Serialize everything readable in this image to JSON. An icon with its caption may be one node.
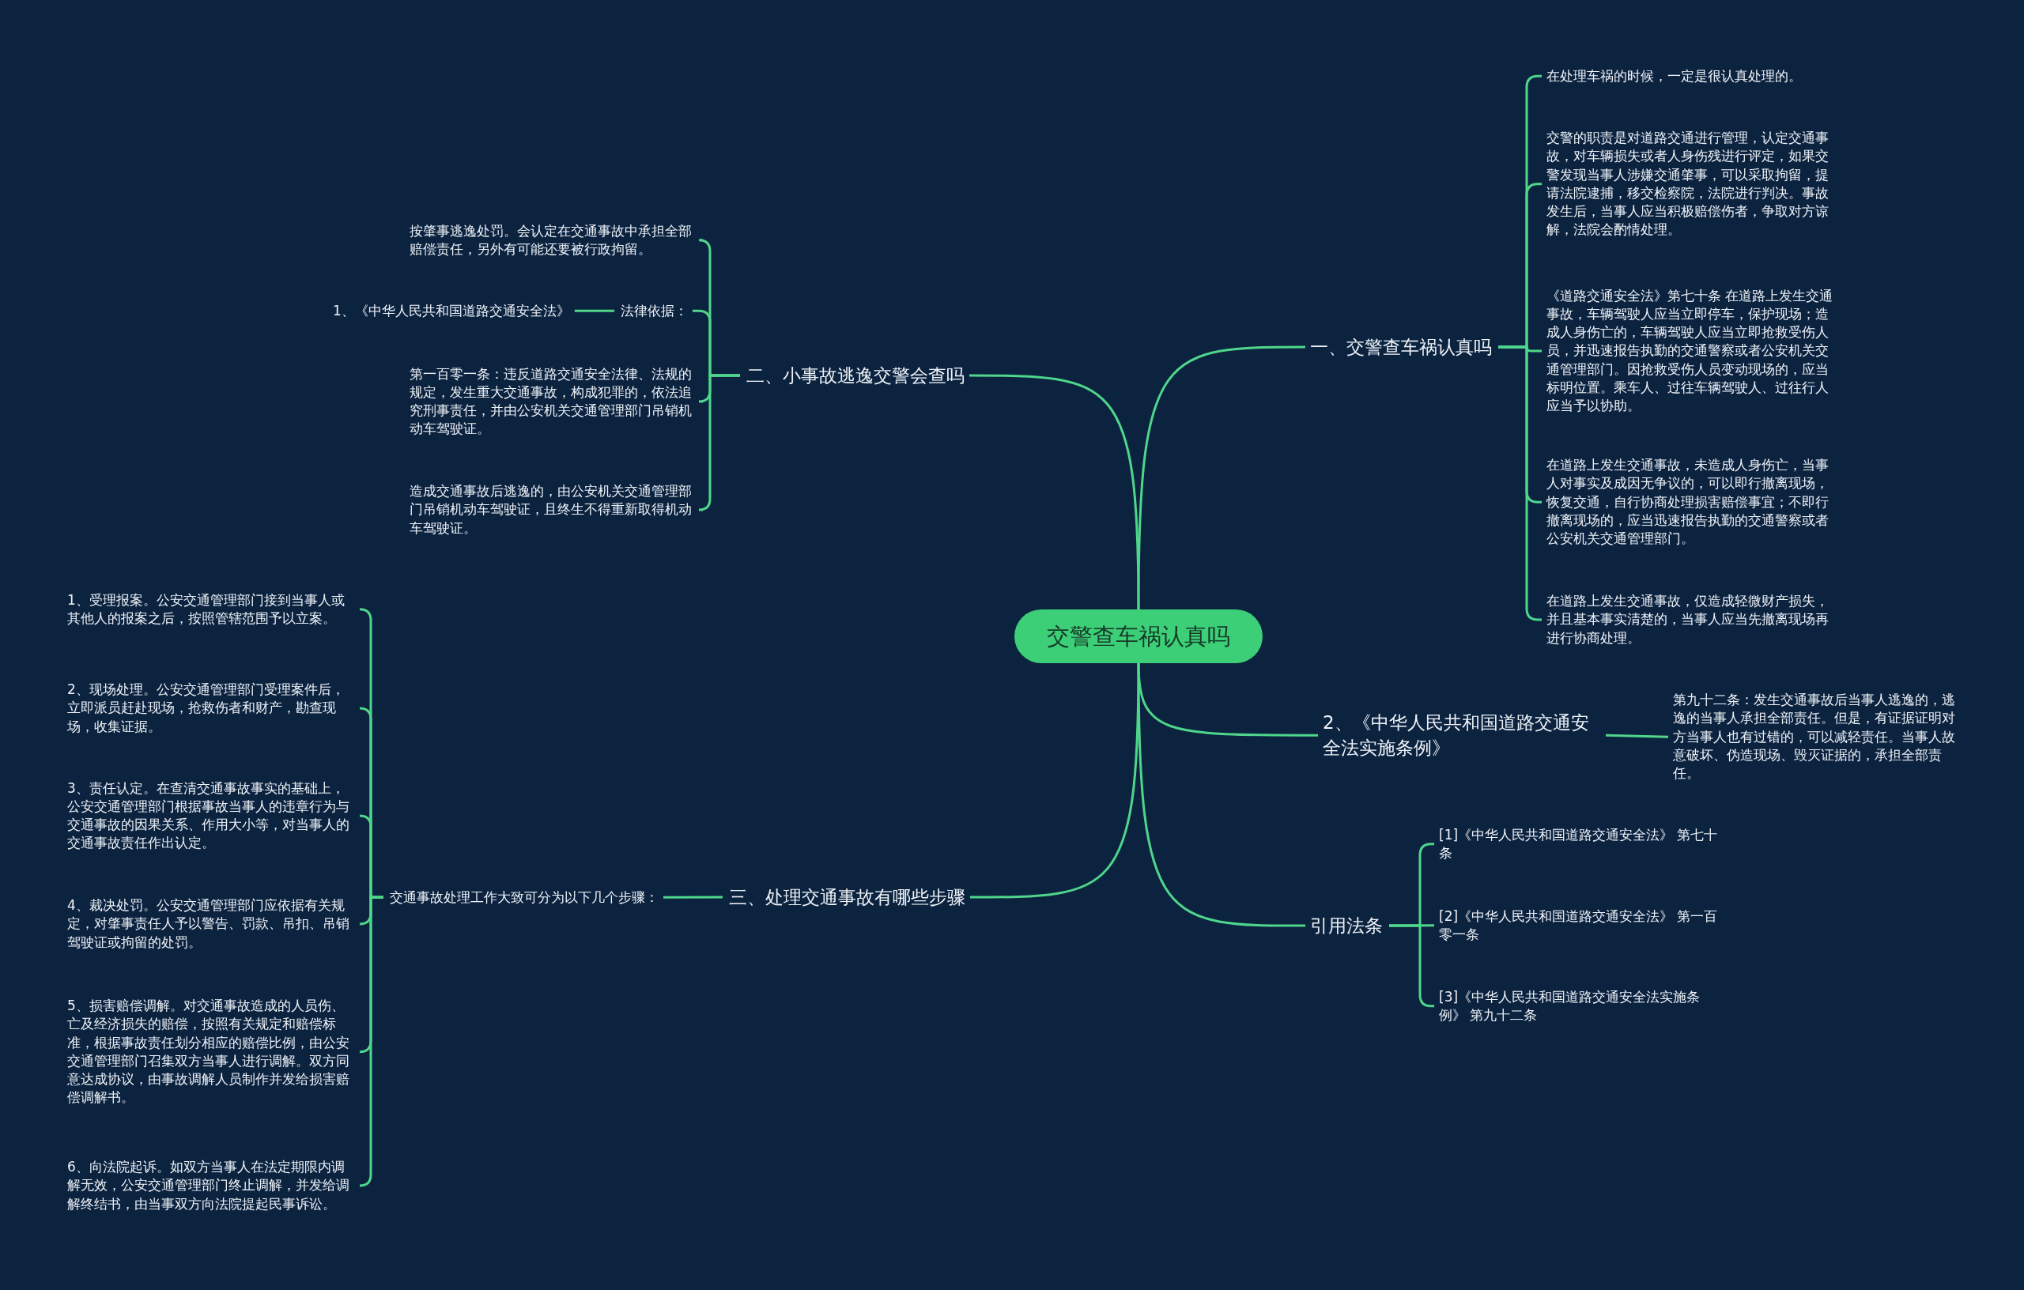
{
  "diagram": {
    "nodes": [
      {
        "text": [
          "交警查车祸认真吗"
        ]
      },
      {
        "text": [
          "一、交警查车祸认真吗"
        ]
      },
      {
        "text": [
          "在处理车祸的时候，一定是很认真处理的。"
        ]
      },
      {
        "text": [
          "交警的职责是对道路交通进行管理，认定交通事故，对车辆损失或者人身伤残进行评定，如果交警发现当事人涉嫌交通肇事，可以采取拘留，提请法院逮捕，移交检察院，法院进行判决。事故发生后，当事人应当积极赔偿伤者，争取对方谅解，法院会酌情处理。"
        ]
      },
      {
        "text": [
          "《道路交通安全法》第七十条 在道路上发生交通事故，车辆驾驶人应当立即停车，保护现场；造成人身伤亡的，车辆驾驶人应当立即抢救受伤人员，并迅速报告执勤的交通警察或者公安机关交通管理部门。因抢救受伤人员变动现场的，应当标明位置。乘车人、过往车辆驾驶人、过往行人应当予以协助。"
        ]
      },
      {
        "text": [
          "在道路上发生交通事故，未造成人身伤亡，当事人对事实及成因无争议的，可以即行撤离现场，恢复交通，自行协商处理损害赔偿事宜；不即行撤离现场的，应当迅速报告执勤的交通警察或者公安机关交通管理部门。"
        ]
      },
      {
        "text": [
          "在道路上发生交通事故，仅造成轻微财产损失，并且基本事实清楚的，当事人应当先撤离现场再进行协商处理。"
        ]
      },
      {
        "text": [
          "二、小事故逃逸交警会查吗"
        ]
      },
      {
        "text": [
          "按肇事逃逸处罚。会认定在交通事故中承担全部赔偿责任，另外有可能还要被行政拘留。"
        ]
      },
      {
        "text": [
          "法律依据："
        ]
      },
      {
        "text": [
          "1、《中华人民共和国道路交通安全法》"
        ]
      },
      {
        "text": [
          "第一百零一条：违反道路交通安全法律、法规的规定，发生重大交通事故，构成犯罪的，依法追究刑事责任，并由公安机关交通管理部门吊销机动车驾驶证。"
        ]
      },
      {
        "text": [
          "造成交通事故后逃逸的，由公安机关交通管理部门吊销机动车驾驶证，且终生不得重新取得机动车驾驶证。"
        ]
      },
      {
        "text": [
          "2、《中华人民共和国道路交通安全法实施条例》"
        ]
      },
      {
        "text": [
          "第九十二条：发生交通事故后当事人逃逸的，逃逸的当事人承担全部责任。但是，有证据证明对方当事人也有过错的，可以减轻责任。当事人故意破坏、伪造现场、毁灭证据的，承担全部责任。"
        ]
      },
      {
        "text": [
          "三、处理交通事故有哪些步骤"
        ]
      },
      {
        "text": [
          "交通事故处理工作大致可分为以下几个步骤："
        ]
      },
      {
        "text": [
          "1、受理报案。公安交通管理部门接到当事人或其他人的报案之后，按照管辖范围予以立案。"
        ]
      },
      {
        "text": [
          "2、现场处理。公安交通管理部门受理案件后，立即派员赶赴现场，抢救伤者和财产，勘查现场，收集证据。"
        ]
      },
      {
        "text": [
          "3、责任认定。在查清交通事故事实的基础上，公安交通管理部门根据事故当事人的违章行为与交通事故的因果关系、作用大小等，对当事人的交通事故责任作出认定。"
        ]
      },
      {
        "text": [
          "4、裁决处罚。公安交通管理部门应依据有关规定，对肇事责任人予以警告、罚款、吊扣、吊销驾驶证或拘留的处罚。"
        ]
      },
      {
        "text": [
          "5、损害赔偿调解。对交通事故造成的人员伤、亡及经济损失的赔偿，按照有关规定和赔偿标准，根据事故责任划分相应的赔偿比例，由公安交通管理部门召集双方当事人进行调解。双方同意达成协议，由事故调解人员制作并发给损害赔偿调解书。"
        ]
      },
      {
        "text": [
          "6、向法院起诉。如双方当事人在法定期限内调解无效，公安交通管理部门终止调解，并发给调解终结书，由当事双方向法院提起民事诉讼。"
        ]
      },
      {
        "text": [
          "引用法条"
        ]
      },
      {
        "text": [
          "[1]《中华人民共和国道路交通安全法》 第七十条"
        ]
      },
      {
        "text": [
          "[2]《中华人民共和国道路交通安全法》 第一百零一条"
        ]
      },
      {
        "text": [
          "[3]《中华人民共和国道路交通安全法实施条例》 第九十二条"
        ]
      }
    ],
    "edges": [
      {
        "from": 0,
        "to": 1,
        "arrow": "none"
      },
      {
        "from": 1,
        "to": 2,
        "arrow": "none"
      },
      {
        "from": 1,
        "to": 3,
        "arrow": "none"
      },
      {
        "from": 1,
        "to": 4,
        "arrow": "none"
      },
      {
        "from": 1,
        "to": 5,
        "arrow": "none"
      },
      {
        "from": 1,
        "to": 6,
        "arrow": "none"
      },
      {
        "from": 0,
        "to": 7,
        "arrow": "none"
      },
      {
        "from": 7,
        "to": 8,
        "arrow": "none"
      },
      {
        "from": 7,
        "to": 9,
        "arrow": "none"
      },
      {
        "from": 9,
        "to": 10,
        "arrow": "none"
      },
      {
        "from": 7,
        "to": 11,
        "arrow": "none"
      },
      {
        "from": 7,
        "to": 12,
        "arrow": "none"
      },
      {
        "from": 0,
        "to": 13,
        "arrow": "none"
      },
      {
        "from": 13,
        "to": 14,
        "arrow": "none"
      },
      {
        "from": 0,
        "to": 15,
        "arrow": "none"
      },
      {
        "from": 15,
        "to": 16,
        "arrow": "none"
      },
      {
        "from": 16,
        "to": 17,
        "arrow": "none"
      },
      {
        "from": 16,
        "to": 18,
        "arrow": "none"
      },
      {
        "from": 16,
        "to": 19,
        "arrow": "none"
      },
      {
        "from": 16,
        "to": 20,
        "arrow": "none"
      },
      {
        "from": 16,
        "to": 21,
        "arrow": "none"
      },
      {
        "from": 16,
        "to": 22,
        "arrow": "none"
      },
      {
        "from": 0,
        "to": 23,
        "arrow": "none"
      },
      {
        "from": 23,
        "to": 24,
        "arrow": "none"
      },
      {
        "from": 23,
        "to": 25,
        "arrow": "none"
      },
      {
        "from": 23,
        "to": 26,
        "arrow": "none"
      }
    ]
  }
}
